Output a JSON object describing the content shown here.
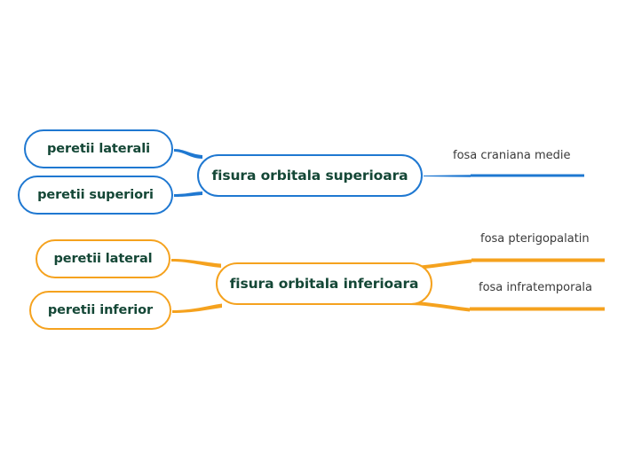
{
  "diagram": {
    "type": "mind-map",
    "background_color": "#ffffff",
    "text_color": "#144736",
    "label_color": "#3a3a3a",
    "clusters": [
      {
        "id": "fisura-orbitala-superioara",
        "accent_color": "#1f78d1",
        "center": {
          "label": "fisura orbitala superioara"
        },
        "left_children": [
          {
            "label": "peretii laterali"
          },
          {
            "label": "peretii superiori"
          }
        ],
        "right_children": [
          {
            "label": "fosa craniana medie"
          }
        ]
      },
      {
        "id": "fisura-orbitala-inferioara",
        "accent_color": "#F5A21E",
        "center": {
          "label": "fisura orbitala inferioara"
        },
        "left_children": [
          {
            "label": "peretii lateral"
          },
          {
            "label": "peretii inferior"
          }
        ],
        "right_children": [
          {
            "label": "fosa pterigopalatin"
          },
          {
            "label": "fosa infratemporala"
          }
        ]
      }
    ]
  }
}
